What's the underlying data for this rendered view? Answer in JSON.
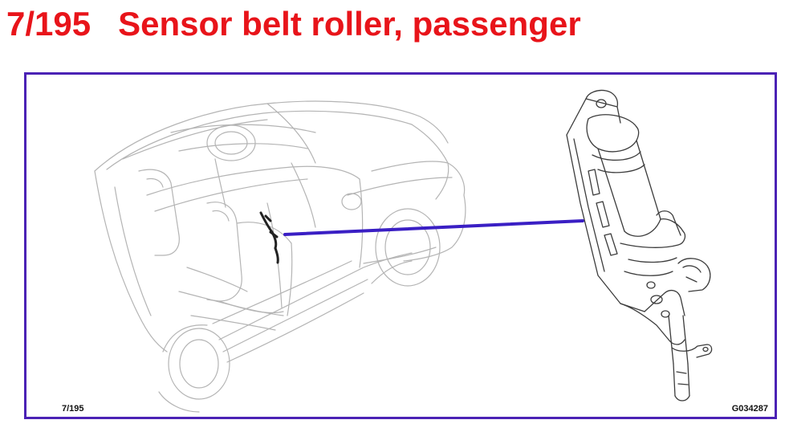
{
  "title": {
    "code": "7/195",
    "text": "Sensor belt roller, passenger"
  },
  "diagram": {
    "caption_left": "7/195",
    "caption_right": "G034287"
  },
  "colors": {
    "title": "#e8141a",
    "frame": "#4b22b5",
    "leader_line": "#3a1fc4",
    "car_outline": "#b4b4b4",
    "part_outline": "#3c3c3c"
  }
}
